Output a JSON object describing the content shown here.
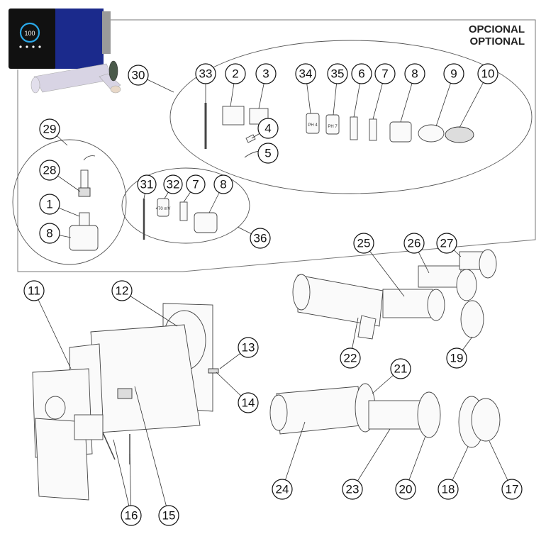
{
  "diagram": {
    "title": "Exploded parts diagram",
    "optional_label": [
      "OPCIONAL",
      "OPTIONAL"
    ],
    "product_display": "100",
    "groups": [
      {
        "id": "30",
        "items": [
          "33",
          "2",
          "3",
          "4",
          "5",
          "34",
          "35",
          "6",
          "7",
          "8",
          "9",
          "10"
        ]
      },
      {
        "id": "29",
        "items": [
          "28",
          "1",
          "8"
        ]
      },
      {
        "id": "36",
        "items": [
          "31",
          "32",
          "7",
          "8"
        ]
      }
    ],
    "small_labels": {
      "ph4": "PH 4",
      "ph7": "PH 7",
      "orp": "470 mV"
    },
    "callouts": [
      {
        "key": "c30",
        "number": "30"
      },
      {
        "key": "c33",
        "number": "33"
      },
      {
        "key": "c2",
        "number": "2"
      },
      {
        "key": "c3",
        "number": "3"
      },
      {
        "key": "c34",
        "number": "34"
      },
      {
        "key": "c35",
        "number": "35"
      },
      {
        "key": "c6",
        "number": "6"
      },
      {
        "key": "c7a",
        "number": "7"
      },
      {
        "key": "c8a",
        "number": "8"
      },
      {
        "key": "c9",
        "number": "9"
      },
      {
        "key": "c10",
        "number": "10"
      },
      {
        "key": "c4",
        "number": "4"
      },
      {
        "key": "c5",
        "number": "5"
      },
      {
        "key": "c29",
        "number": "29"
      },
      {
        "key": "c28",
        "number": "28"
      },
      {
        "key": "c1",
        "number": "1"
      },
      {
        "key": "c8b",
        "number": "8"
      },
      {
        "key": "c31",
        "number": "31"
      },
      {
        "key": "c32",
        "number": "32"
      },
      {
        "key": "c7b",
        "number": "7"
      },
      {
        "key": "c8c",
        "number": "8"
      },
      {
        "key": "c36",
        "number": "36"
      },
      {
        "key": "c11",
        "number": "11"
      },
      {
        "key": "c12",
        "number": "12"
      },
      {
        "key": "c13",
        "number": "13"
      },
      {
        "key": "c14",
        "number": "14"
      },
      {
        "key": "c15",
        "number": "15"
      },
      {
        "key": "c16",
        "number": "16"
      },
      {
        "key": "c25",
        "number": "25"
      },
      {
        "key": "c26",
        "number": "26"
      },
      {
        "key": "c27",
        "number": "27"
      },
      {
        "key": "c22",
        "number": "22"
      },
      {
        "key": "c19",
        "number": "19"
      },
      {
        "key": "c21",
        "number": "21"
      },
      {
        "key": "c24",
        "number": "24"
      },
      {
        "key": "c23",
        "number": "23"
      },
      {
        "key": "c20",
        "number": "20"
      },
      {
        "key": "c18",
        "number": "18"
      },
      {
        "key": "c17",
        "number": "17"
      }
    ],
    "colors": {
      "panel_blue": "#1b2a8c",
      "display_ring": "#2aa8e8",
      "device_black": "#111111"
    }
  }
}
